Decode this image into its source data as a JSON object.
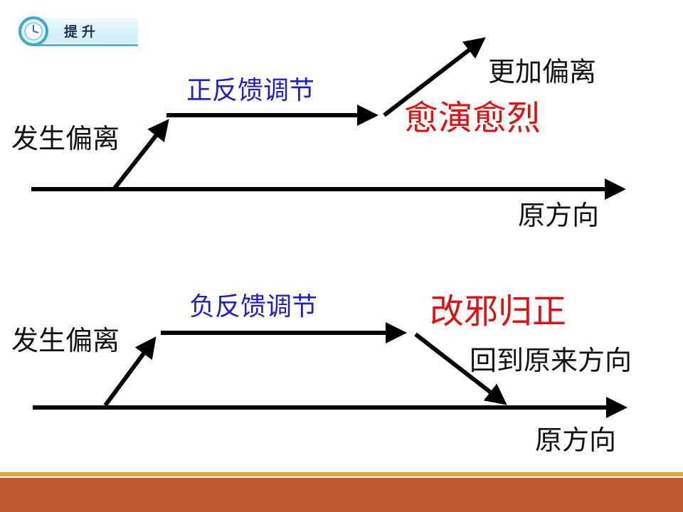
{
  "header": {
    "badge_label": "提升",
    "icon": "clock-icon"
  },
  "top_diagram": {
    "start_label": "发生偏离",
    "process_label": "正反馈调节",
    "result_label": "更加偏离",
    "summary": "愈演愈烈",
    "axis_label": "原方向"
  },
  "bottom_diagram": {
    "start_label": "发生偏离",
    "process_label": "负反馈调节",
    "result_label": "回到原来方向",
    "summary": "改邪归正",
    "axis_label": "原方向"
  },
  "colors": {
    "arrow": "#000000",
    "process_text": "#1f1fc4",
    "summary_text": "#e01010",
    "footer": "#bf5a2c",
    "footer_line": "#e9a03a"
  }
}
